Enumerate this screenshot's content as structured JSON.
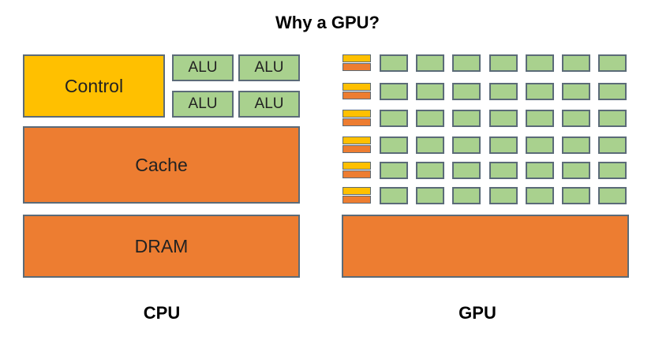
{
  "title": "Why a GPU?",
  "cpu": {
    "control_label": "Control",
    "alu_label": "ALU",
    "cache_label": "Cache",
    "dram_label": "DRAM",
    "caption": "CPU"
  },
  "gpu": {
    "caption": "GPU",
    "rows": 6,
    "cells_per_row": 7
  },
  "colors": {
    "control": "#ffc000",
    "memory": "#ed7d31",
    "alu": "#a9d18e",
    "border": "#5b6b78"
  }
}
